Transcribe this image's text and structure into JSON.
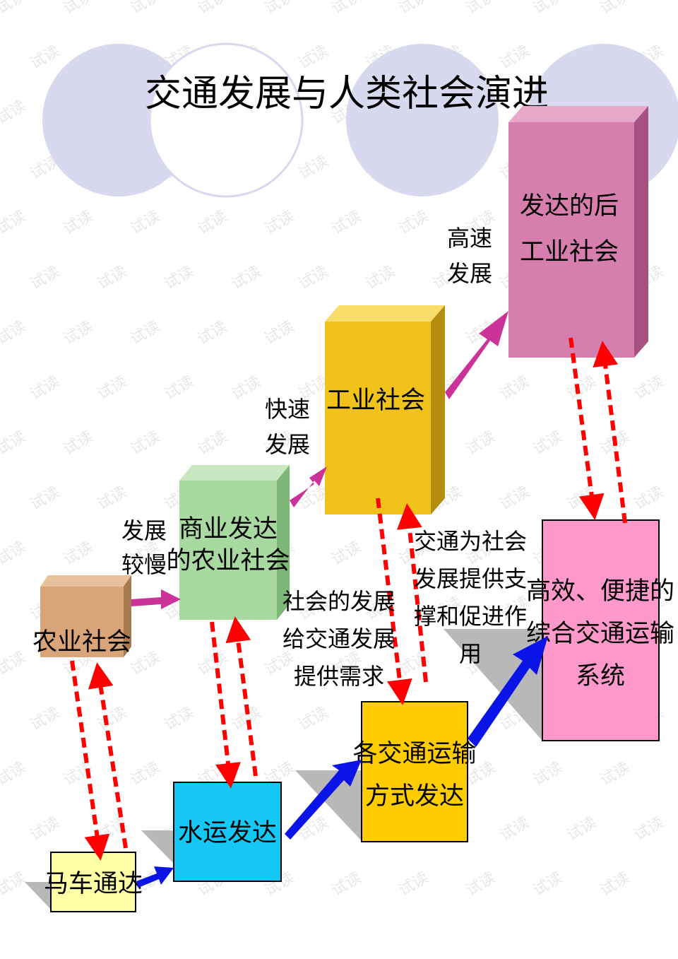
{
  "title": "交通发展与人类社会演进",
  "watermark": "试读",
  "societies": [
    {
      "line1": "农业社会",
      "line2": ""
    },
    {
      "line1": "商业发达",
      "line2": "的农业社会"
    },
    {
      "line1": "工业社会",
      "line2": ""
    },
    {
      "line1": "发达的后",
      "line2": "工业社会"
    }
  ],
  "transports": [
    {
      "line1": "马车通达",
      "line2": "",
      "line3": ""
    },
    {
      "line1": "水运发达",
      "line2": "",
      "line3": ""
    },
    {
      "line1": "各交通运输",
      "line2": "方式发达",
      "line3": ""
    },
    {
      "line1": "高效、便捷的",
      "line2": "综合交通运输",
      "line3": "系统"
    }
  ],
  "step_labels": [
    {
      "line1": "发展",
      "line2": "较慢"
    },
    {
      "line1": "快速",
      "line2": "发展"
    },
    {
      "line1": "高速",
      "line2": "发展"
    }
  ],
  "note_left": [
    "社会的发展",
    "给交通发展",
    "提供需求"
  ],
  "note_right": [
    "交通为社会",
    "发展提供支",
    "撑和促进作",
    "用"
  ],
  "colors": {
    "agri": "#d9a578",
    "commerce": "#a8d9a0",
    "industrial": "#f0c21a",
    "postindustrial": "#d67fae",
    "carriage": "#ffffa6",
    "water": "#14c7f5",
    "modes": "#ffcc00",
    "system": "#ff99cc",
    "arrow_magenta": "#cc3399",
    "arrow_blue": "#0a14e6",
    "arrow_red": "#ff0000",
    "circle": "#d8d8ee"
  }
}
